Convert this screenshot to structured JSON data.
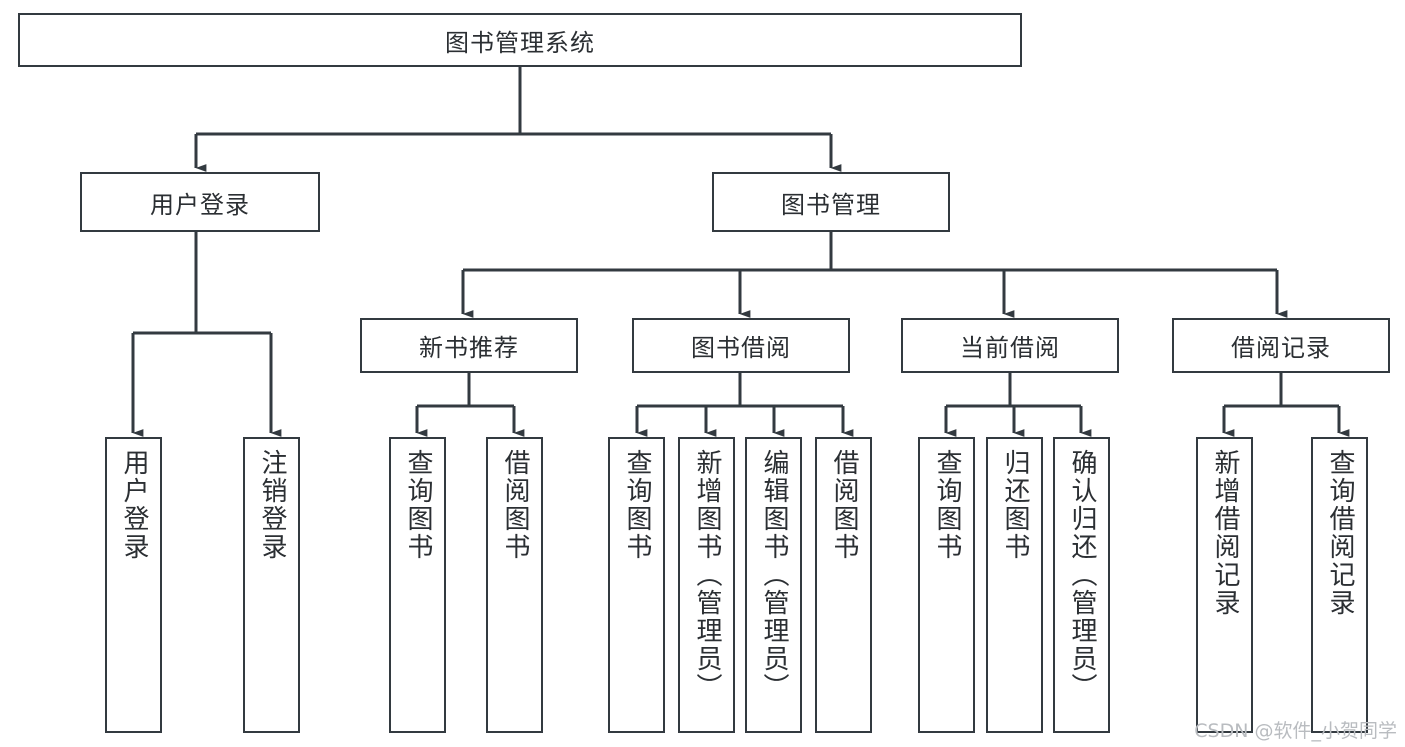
{
  "diagram": {
    "type": "tree-hierarchy-chart",
    "title": "图书管理系统",
    "root": {
      "label": "图书管理系统"
    },
    "level2": [
      {
        "label": "用户登录"
      },
      {
        "label": "图书管理"
      }
    ],
    "level3": [
      {
        "label": "新书推荐"
      },
      {
        "label": "图书借阅"
      },
      {
        "label": "当前借阅"
      },
      {
        "label": "借阅记录"
      }
    ],
    "leaves": [
      {
        "label": "用户登录",
        "parent": "用户登录"
      },
      {
        "label": "注销登录",
        "parent": "用户登录"
      },
      {
        "label": "查询图书",
        "parent": "新书推荐"
      },
      {
        "label": "借阅图书",
        "parent": "新书推荐"
      },
      {
        "label": "查询图书",
        "parent": "图书借阅"
      },
      {
        "label": "新增图书（管理员）",
        "parent": "图书借阅"
      },
      {
        "label": "编辑图书（管理员）",
        "parent": "图书借阅"
      },
      {
        "label": "借阅图书",
        "parent": "图书借阅"
      },
      {
        "label": "查询图书",
        "parent": "当前借阅"
      },
      {
        "label": "归还图书",
        "parent": "当前借阅"
      },
      {
        "label": "确认归还（管理员）",
        "parent": "当前借阅"
      },
      {
        "label": "新增借阅记录",
        "parent": "借阅记录"
      },
      {
        "label": "查询借阅记录",
        "parent": "借阅记录"
      }
    ]
  },
  "watermark": {
    "text": "CSDN @软件_小贺同学"
  },
  "colors": {
    "border": "#333a40",
    "text": "#2b2f33",
    "background": "#ffffff",
    "watermark": "#b9bcc0"
  }
}
